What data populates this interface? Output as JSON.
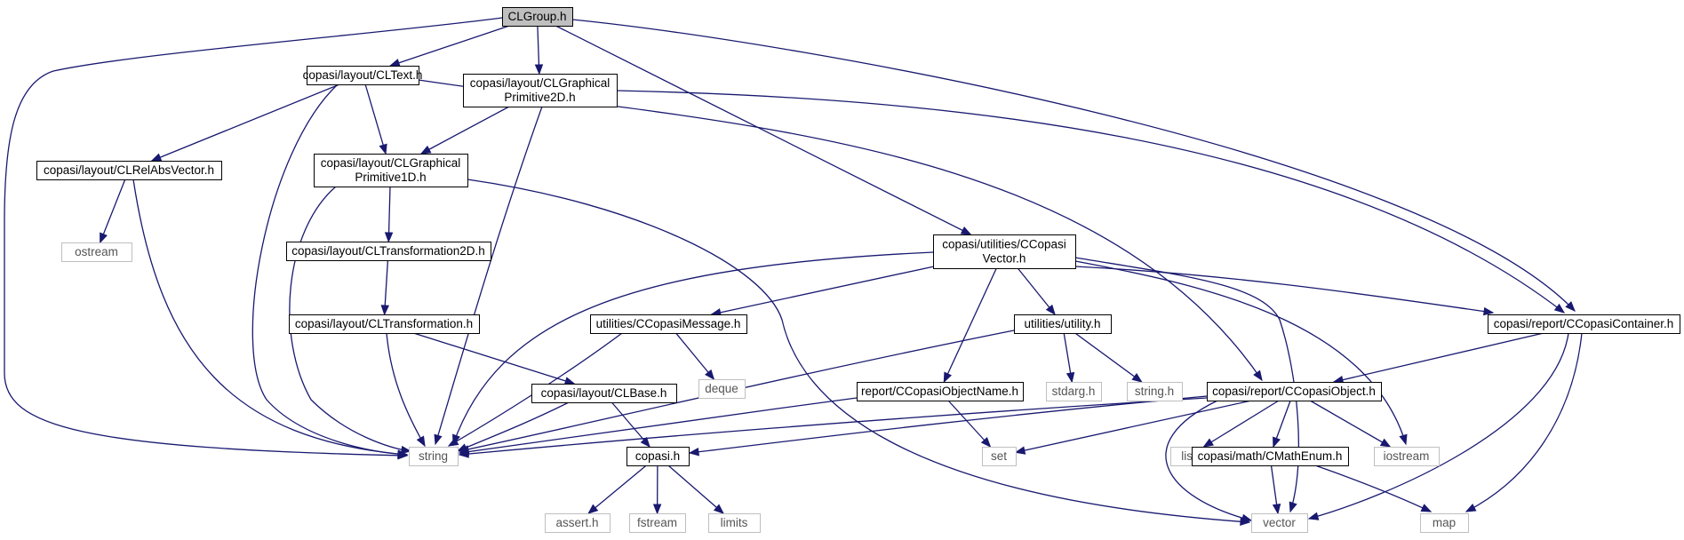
{
  "diagram": {
    "type": "include-dependency-graph",
    "root": "CLGroup.h",
    "colors": {
      "edge": "#191970",
      "root_fill": "#bfbfbf",
      "local_border": "#000000",
      "system_border": "#bfbfbf",
      "system_text": "#555555"
    },
    "nodes": [
      {
        "id": "CLGroup",
        "lines": [
          "CLGroup.h"
        ],
        "kind": "root"
      },
      {
        "id": "CLText",
        "lines": [
          "copasi/layout/CLText.h"
        ],
        "kind": "local"
      },
      {
        "id": "CLGP2D",
        "lines": [
          "copasi/layout/CLGraphical",
          "Primitive2D.h"
        ],
        "kind": "local"
      },
      {
        "id": "CLRelAbs",
        "lines": [
          "copasi/layout/CLRelAbsVector.h"
        ],
        "kind": "local"
      },
      {
        "id": "CLGP1D",
        "lines": [
          "copasi/layout/CLGraphical",
          "Primitive1D.h"
        ],
        "kind": "local"
      },
      {
        "id": "ostream",
        "lines": [
          "ostream"
        ],
        "kind": "system"
      },
      {
        "id": "CLTrans2D",
        "lines": [
          "copasi/layout/CLTransformation2D.h"
        ],
        "kind": "local"
      },
      {
        "id": "CCVector",
        "lines": [
          "copasi/utilities/CCopasi",
          "Vector.h"
        ],
        "kind": "local"
      },
      {
        "id": "CLTrans",
        "lines": [
          "copasi/layout/CLTransformation.h"
        ],
        "kind": "local"
      },
      {
        "id": "CCMessage",
        "lines": [
          "utilities/CCopasiMessage.h"
        ],
        "kind": "local"
      },
      {
        "id": "utility",
        "lines": [
          "utilities/utility.h"
        ],
        "kind": "local"
      },
      {
        "id": "CCContainer",
        "lines": [
          "copasi/report/CCopasiContainer.h"
        ],
        "kind": "local"
      },
      {
        "id": "deque",
        "lines": [
          "deque"
        ],
        "kind": "system"
      },
      {
        "id": "CLBase",
        "lines": [
          "copasi/layout/CLBase.h"
        ],
        "kind": "local"
      },
      {
        "id": "CCObjName",
        "lines": [
          "report/CCopasiObjectName.h"
        ],
        "kind": "local"
      },
      {
        "id": "stdarg",
        "lines": [
          "stdarg.h"
        ],
        "kind": "system"
      },
      {
        "id": "stringh",
        "lines": [
          "string.h"
        ],
        "kind": "system"
      },
      {
        "id": "CCObject",
        "lines": [
          "copasi/report/CCopasiObject.h"
        ],
        "kind": "local"
      },
      {
        "id": "string",
        "lines": [
          "string"
        ],
        "kind": "system"
      },
      {
        "id": "copasih",
        "lines": [
          "copasi.h"
        ],
        "kind": "local"
      },
      {
        "id": "set",
        "lines": [
          "set"
        ],
        "kind": "system"
      },
      {
        "id": "list",
        "lines": [
          "list"
        ],
        "kind": "system"
      },
      {
        "id": "CMathEnum",
        "lines": [
          "copasi/math/CMathEnum.h"
        ],
        "kind": "local"
      },
      {
        "id": "iostream",
        "lines": [
          "iostream"
        ],
        "kind": "system"
      },
      {
        "id": "assert",
        "lines": [
          "assert.h"
        ],
        "kind": "system"
      },
      {
        "id": "fstream",
        "lines": [
          "fstream"
        ],
        "kind": "system"
      },
      {
        "id": "limits",
        "lines": [
          "limits"
        ],
        "kind": "system"
      },
      {
        "id": "vector",
        "lines": [
          "vector"
        ],
        "kind": "system"
      },
      {
        "id": "map",
        "lines": [
          "map"
        ],
        "kind": "system"
      }
    ],
    "edges": [
      {
        "from": "CLGroup",
        "to": "CLText"
      },
      {
        "from": "CLGroup",
        "to": "CLGP2D"
      },
      {
        "from": "CLGroup",
        "to": "string"
      },
      {
        "from": "CLGroup",
        "to": "CCVector"
      },
      {
        "from": "CLGroup",
        "to": "CCContainer"
      },
      {
        "from": "CLText",
        "to": "CLRelAbs"
      },
      {
        "from": "CLText",
        "to": "CLGP1D"
      },
      {
        "from": "CLText",
        "to": "string"
      },
      {
        "from": "CLText",
        "to": "CCObject"
      },
      {
        "from": "CLGP2D",
        "to": "CLGP1D"
      },
      {
        "from": "CLGP2D",
        "to": "string"
      },
      {
        "from": "CLGP2D",
        "to": "CCContainer"
      },
      {
        "from": "CLRelAbs",
        "to": "ostream"
      },
      {
        "from": "CLRelAbs",
        "to": "string"
      },
      {
        "from": "CLGP1D",
        "to": "CLTrans2D"
      },
      {
        "from": "CLGP1D",
        "to": "string"
      },
      {
        "from": "CLGP1D",
        "to": "vector"
      },
      {
        "from": "CLTrans2D",
        "to": "CLTrans"
      },
      {
        "from": "CLTrans",
        "to": "CLBase"
      },
      {
        "from": "CLTrans",
        "to": "string"
      },
      {
        "from": "CLBase",
        "to": "string"
      },
      {
        "from": "CLBase",
        "to": "copasih"
      },
      {
        "from": "CCVector",
        "to": "string"
      },
      {
        "from": "CCVector",
        "to": "CCMessage"
      },
      {
        "from": "CCVector",
        "to": "utility"
      },
      {
        "from": "CCVector",
        "to": "CCObjName"
      },
      {
        "from": "CCVector",
        "to": "CCContainer"
      },
      {
        "from": "CCVector",
        "to": "iostream"
      },
      {
        "from": "CCVector",
        "to": "vector"
      },
      {
        "from": "CCMessage",
        "to": "deque"
      },
      {
        "from": "CCMessage",
        "to": "string"
      },
      {
        "from": "utility",
        "to": "string"
      },
      {
        "from": "utility",
        "to": "stdarg"
      },
      {
        "from": "utility",
        "to": "stringh"
      },
      {
        "from": "CCObjName",
        "to": "string"
      },
      {
        "from": "CCObjName",
        "to": "set"
      },
      {
        "from": "CCContainer",
        "to": "CCObject"
      },
      {
        "from": "CCContainer",
        "to": "vector"
      },
      {
        "from": "CCContainer",
        "to": "map"
      },
      {
        "from": "CCObject",
        "to": "string"
      },
      {
        "from": "CCObject",
        "to": "copasih"
      },
      {
        "from": "CCObject",
        "to": "set"
      },
      {
        "from": "CCObject",
        "to": "list"
      },
      {
        "from": "CCObject",
        "to": "CMathEnum"
      },
      {
        "from": "CCObject",
        "to": "iostream"
      },
      {
        "from": "CCObject",
        "to": "vector"
      },
      {
        "from": "CMathEnum",
        "to": "vector"
      },
      {
        "from": "CMathEnum",
        "to": "map"
      },
      {
        "from": "copasih",
        "to": "assert"
      },
      {
        "from": "copasih",
        "to": "fstream"
      },
      {
        "from": "copasih",
        "to": "limits"
      }
    ]
  }
}
